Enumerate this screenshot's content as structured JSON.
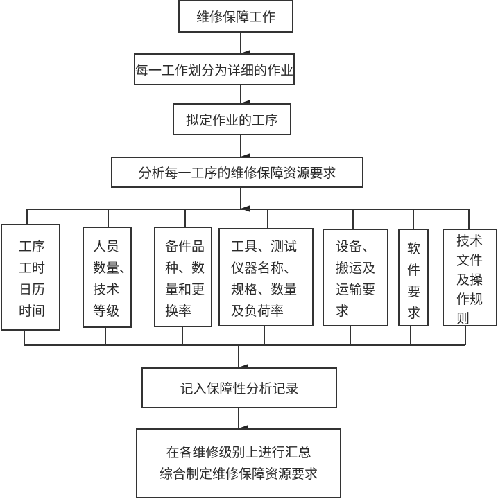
{
  "diagram": {
    "main_flow": [
      {
        "id": "step1",
        "label": "维修保障工作"
      },
      {
        "id": "step2",
        "label": "每一工作划分为详细的作业"
      },
      {
        "id": "step3",
        "label": "拟定作业的工序"
      },
      {
        "id": "step4",
        "label": "分析每一工序的维修保障资源要求"
      }
    ],
    "branches": [
      {
        "id": "b1",
        "lines": [
          "工序",
          "工时",
          "日历",
          "时间"
        ]
      },
      {
        "id": "b2",
        "lines": [
          "人员",
          "数量、",
          "技术",
          "等级"
        ]
      },
      {
        "id": "b3",
        "lines": [
          "备件品",
          "种、数",
          "量和更",
          "换率"
        ]
      },
      {
        "id": "b4",
        "lines": [
          "工具、测试",
          "仪器名称、",
          "规格、数量",
          "及负荷率"
        ]
      },
      {
        "id": "b5",
        "lines": [
          "设备、",
          "搬运及",
          "运输要",
          "求"
        ]
      },
      {
        "id": "b6",
        "lines": [
          "软",
          "件",
          "要",
          "求"
        ]
      },
      {
        "id": "b7",
        "lines": [
          "技术",
          "文件",
          "及操",
          "作规",
          "则"
        ]
      }
    ],
    "record": {
      "label": "记入保障性分析记录"
    },
    "final": {
      "lines": [
        "在各维修级别上进行汇总",
        "综合制定维修保障资源要求"
      ]
    },
    "colors": {
      "line": "#333333",
      "text": "#2a2a2a",
      "background": "#ffffff"
    }
  }
}
